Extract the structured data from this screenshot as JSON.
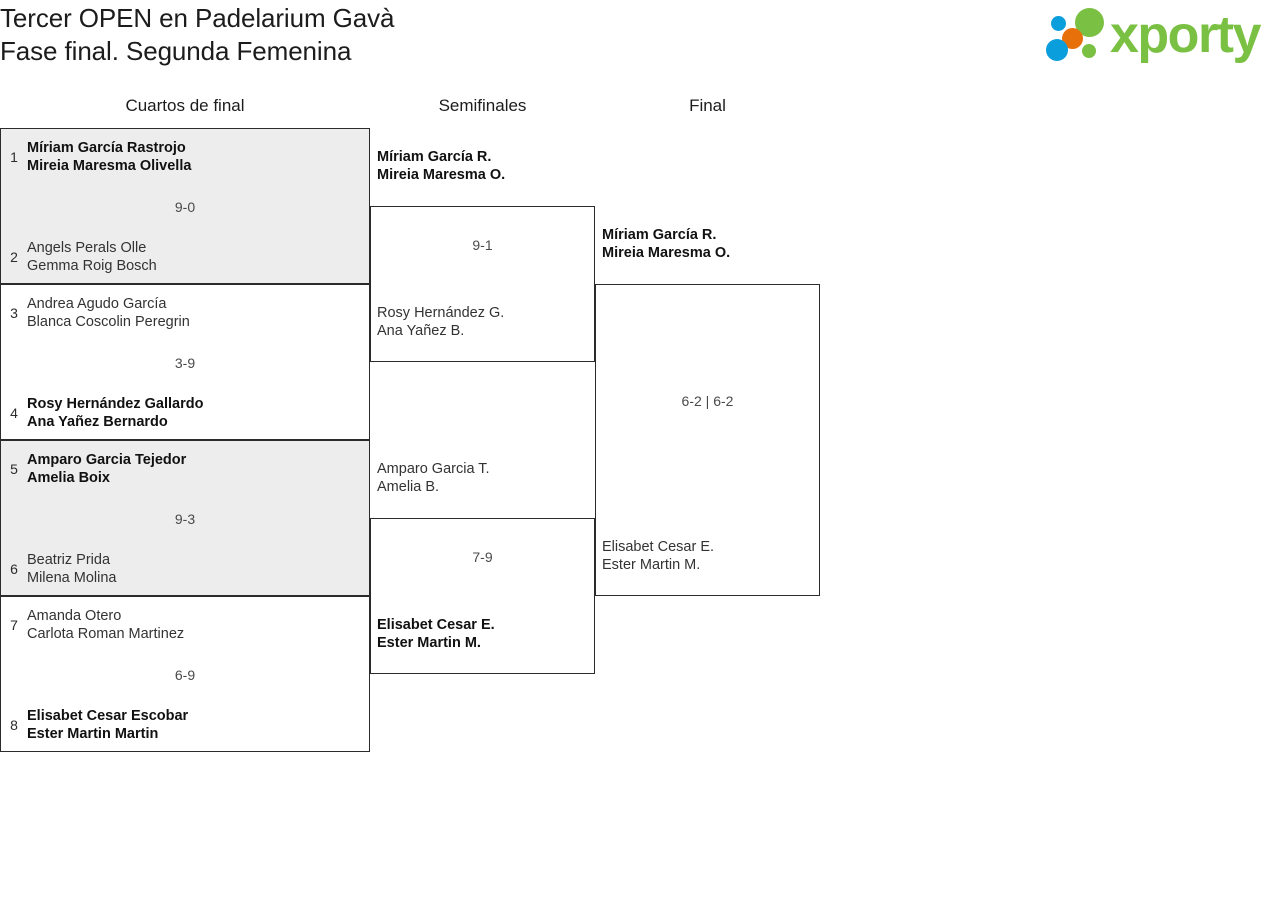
{
  "header": {
    "title_line1": "Tercer OPEN en Padelarium Gavà",
    "title_line2": "Fase final. Segunda Femenina",
    "logo_word": "xporty",
    "logo_colors": {
      "green": "#7ac143",
      "blue": "#0a9fdc",
      "orange": "#e8700a"
    }
  },
  "rounds": [
    {
      "label": "Cuartos de final"
    },
    {
      "label": "Semifinales"
    },
    {
      "label": "Final"
    }
  ],
  "bracket": {
    "quarter_finals": [
      {
        "score": "9-0",
        "top": {
          "seed": "1",
          "player1": "Míriam García Rastrojo",
          "player2": "Mireia Maresma Olivella",
          "winner": true
        },
        "bottom": {
          "seed": "2",
          "player1": "Angels Perals Olle",
          "player2": "Gemma Roig Bosch",
          "winner": false
        }
      },
      {
        "score": "3-9",
        "top": {
          "seed": "3",
          "player1": "Andrea Agudo García",
          "player2": "Blanca Coscolin Peregrin",
          "winner": false
        },
        "bottom": {
          "seed": "4",
          "player1": "Rosy Hernández Gallardo",
          "player2": "Ana Yañez Bernardo",
          "winner": true
        }
      },
      {
        "score": "9-3",
        "top": {
          "seed": "5",
          "player1": "Amparo Garcia Tejedor",
          "player2": "Amelia Boix",
          "winner": true
        },
        "bottom": {
          "seed": "6",
          "player1": "Beatriz Prida",
          "player2": "Milena Molina",
          "winner": false
        }
      },
      {
        "score": "6-9",
        "top": {
          "seed": "7",
          "player1": "Amanda Otero",
          "player2": "Carlota Roman Martinez",
          "winner": false
        },
        "bottom": {
          "seed": "8",
          "player1": "Elisabet Cesar Escobar",
          "player2": "Ester Martin Martin",
          "winner": true
        }
      }
    ],
    "semi_finals": [
      {
        "score": "9-1",
        "top": {
          "player1": "Míriam García R.",
          "player2": "Mireia Maresma O.",
          "winner": true
        },
        "bottom": {
          "player1": "Rosy Hernández G.",
          "player2": "Ana Yañez B.",
          "winner": false
        }
      },
      {
        "score": "7-9",
        "top": {
          "player1": "Amparo Garcia T.",
          "player2": "Amelia B.",
          "winner": false
        },
        "bottom": {
          "player1": "Elisabet Cesar E.",
          "player2": "Ester Martin M.",
          "winner": true
        }
      }
    ],
    "final": [
      {
        "score": "6-2 | 6-2",
        "top": {
          "player1": "Míriam García R.",
          "player2": "Mireia Maresma O.",
          "winner": true
        },
        "bottom": {
          "player1": "Elisabet Cesar E.",
          "player2": "Ester Martin M.",
          "winner": false
        }
      }
    ]
  }
}
